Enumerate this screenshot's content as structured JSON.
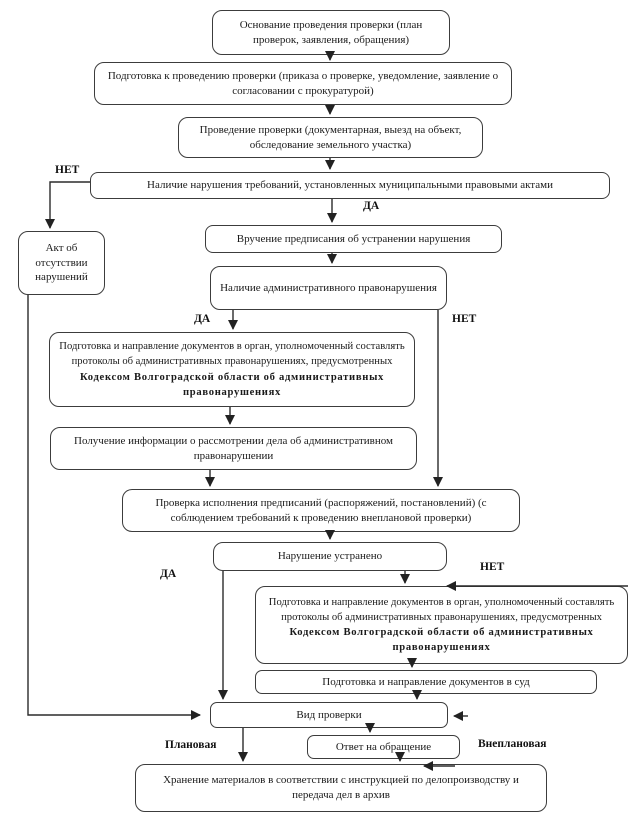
{
  "diagram": {
    "nodes": {
      "osn": "Основание проведения проверки (план проверок, заявления, обращения)",
      "podg": "Подготовка к проведению проверки (приказа о проверке, уведомление, заявление о согласовании с прокуратурой)",
      "prov": "Проведение проверки (документарная, выезд на объект, обследование земельного участка)",
      "nalich": "Наличие нарушения требований, установленных муниципальными правовыми актами",
      "akt": "Акт об отсутствии нарушений",
      "vruch": "Вручение предписания об устранении нарушения",
      "nalich_adm": "Наличие административного правонарушения",
      "docs_organ_normal": "Подготовка и направление документов в орган, уполномоченный составлять протоколы об административных правонарушениях, предусмотренных ",
      "docs_organ_bold": "Кодексом Волгоградской области об административных правонарушениях",
      "poluch": "Получение информации о рассмотрении дела об административном правонарушении",
      "provisp": "Проверка исполнения предписаний (распоряжений, постановлений) (с соблюдением требований к проведению внеплановой проверки)",
      "narush": "Нарушение устранено",
      "sud": "Подготовка и направление документов в суд",
      "vid": "Вид проверки",
      "otvet": "Ответ на обращение",
      "hran": "Хранение материалов в соответствии с инструкцией по делопроизводству и передача дел в архив"
    },
    "edge_labels": {
      "net_top": "НЕТ",
      "da_top": "ДА",
      "da_mid": "ДА",
      "net_mid": "НЕТ",
      "da_low": "ДА",
      "net_low": "НЕТ",
      "planovaya": "Плановая",
      "vneplanovaya": "Внеплановая"
    },
    "colors": {
      "line": "#2b2b2b",
      "border": "#3c3c3c",
      "background": "#ffffff",
      "text": "#1a1a1a"
    }
  }
}
